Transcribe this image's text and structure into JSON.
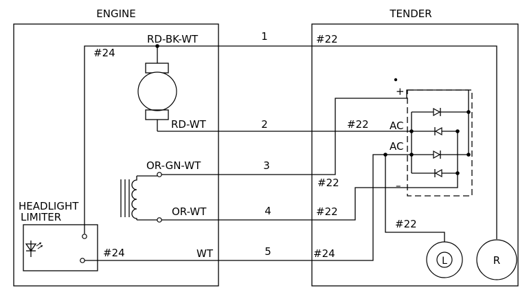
{
  "sections": {
    "engine_title": "ENGINE",
    "tender_title": "TENDER"
  },
  "wires": {
    "w1": {
      "number": "1",
      "color": "RD-BK-WT",
      "gauge_engine": "#24",
      "gauge_tender": "#22"
    },
    "w2": {
      "number": "2",
      "color": "RD-WT",
      "gauge_tender": "#22"
    },
    "w3": {
      "number": "3",
      "color": "OR-GN-WT",
      "gauge_tender": "#22"
    },
    "w4": {
      "number": "4",
      "color": "OR-WT",
      "gauge_tender": "#22"
    },
    "w5": {
      "number": "5",
      "color": "WT",
      "gauge_engine": "#24",
      "gauge_tender": "#24"
    }
  },
  "headlight": {
    "line1": "HEADLIGHT",
    "line2": "LIMITER"
  },
  "rectifier": {
    "plus": "+",
    "minus": "–",
    "ac_top": "AC",
    "ac_bottom": "AC"
  },
  "lamp_feed_gauge": "#22",
  "loads": {
    "lamp": "L",
    "rear": "R"
  }
}
